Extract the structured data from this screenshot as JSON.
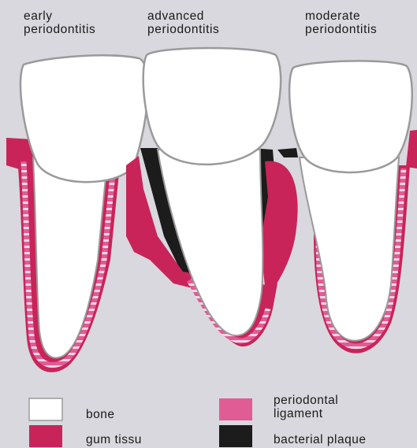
{
  "stages": {
    "early": "early\nperiodontitis",
    "advanced": "advanced\nperiodontitis",
    "moderate": "moderate\nperiodontitis"
  },
  "legend": {
    "bone": "bone",
    "gum_tissue": "gum tissu",
    "periodontal_ligament": "periodontal\nligament",
    "bacterial_plaque": "bacterial plaque"
  },
  "colors": {
    "background": "#d8d8de",
    "bone": "#ffffff",
    "gum_tissue": "#c8245a",
    "periodontal_ligament": "#e05c94",
    "bacterial_plaque": "#1c1c1c",
    "outline": "#9a9a9a"
  }
}
